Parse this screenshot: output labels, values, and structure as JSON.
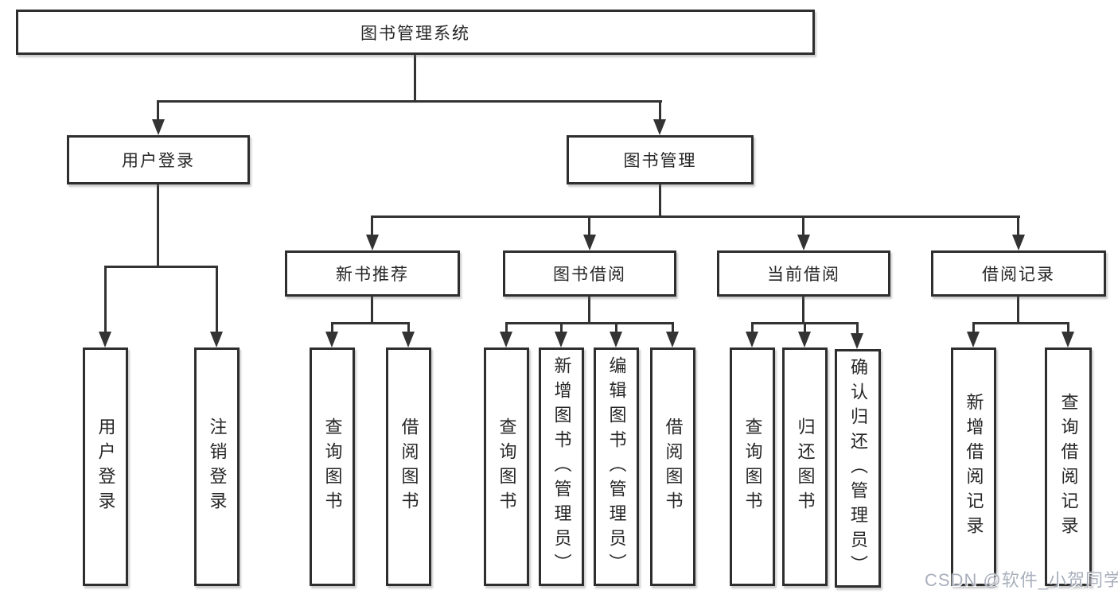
{
  "diagram": {
    "root": "图书管理系统",
    "level2": {
      "login": "用户登录",
      "management": "图书管理"
    },
    "level3": {
      "recommend": "新书推荐",
      "borrowing": "图书借阅",
      "current": "当前借阅",
      "records": "借阅记录"
    },
    "leaves": {
      "login": [
        "用户登录",
        "注销登录"
      ],
      "recommend": [
        "查询图书",
        "借阅图书"
      ],
      "borrowing": [
        "查询图书",
        "新增图书（管理员）",
        "编辑图书（管理员）",
        "借阅图书"
      ],
      "current": [
        "查询图书",
        "归还图书",
        "确认归还（管理员）"
      ],
      "records": [
        "新增借阅记录",
        "查询借阅记录"
      ]
    }
  },
  "watermark": {
    "text": "CSDN @软件_小贺同学"
  },
  "colors": {
    "background": "#ffffff",
    "line": "#333333",
    "box_border": "#2e2e2e",
    "text": "#262626",
    "watermark": "#a9b0bc"
  }
}
